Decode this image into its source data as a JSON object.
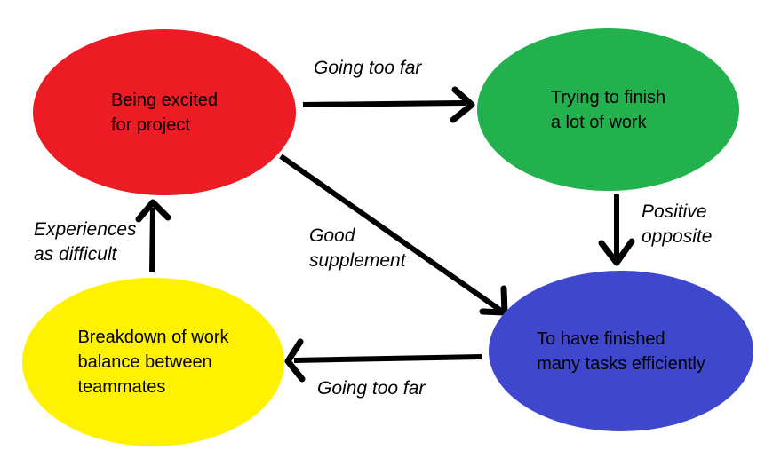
{
  "diagram": {
    "background": "#ffffff",
    "text_color": "#000000",
    "arrow_color": "#000000",
    "nodes": [
      {
        "id": "being-excited",
        "color": "#ed1c24",
        "lines": [
          "Being excited",
          "for project"
        ]
      },
      {
        "id": "trying-to-finish",
        "color": "#22b14c",
        "lines": [
          "Trying to finish",
          "a lot of work"
        ]
      },
      {
        "id": "breakdown",
        "color": "#fff200",
        "lines": [
          "Breakdown of work",
          "balance between",
          "teammates"
        ]
      },
      {
        "id": "finished-tasks",
        "color": "#3f48cc",
        "lines": [
          "To have finished",
          "many tasks efficiently"
        ]
      }
    ],
    "edges": [
      {
        "id": "excited-to-trying",
        "from": "being-excited",
        "to": "trying-to-finish",
        "label": "Going too far",
        "lines": [
          "Going too far"
        ]
      },
      {
        "id": "trying-to-finished",
        "from": "trying-to-finish",
        "to": "finished-tasks",
        "label": "Positive opposite",
        "lines": [
          "Positive",
          "opposite"
        ]
      },
      {
        "id": "excited-to-finished",
        "from": "being-excited",
        "to": "finished-tasks",
        "label": "Good supplement",
        "lines": [
          "Good",
          "supplement"
        ]
      },
      {
        "id": "finished-to-breakdown",
        "from": "finished-tasks",
        "to": "breakdown",
        "label": "Going too far",
        "lines": [
          "Going too far"
        ]
      },
      {
        "id": "breakdown-to-excited",
        "from": "breakdown",
        "to": "being-excited",
        "label": "Experiences as difficult",
        "lines": [
          "Experiences",
          "as difficult"
        ]
      }
    ]
  }
}
